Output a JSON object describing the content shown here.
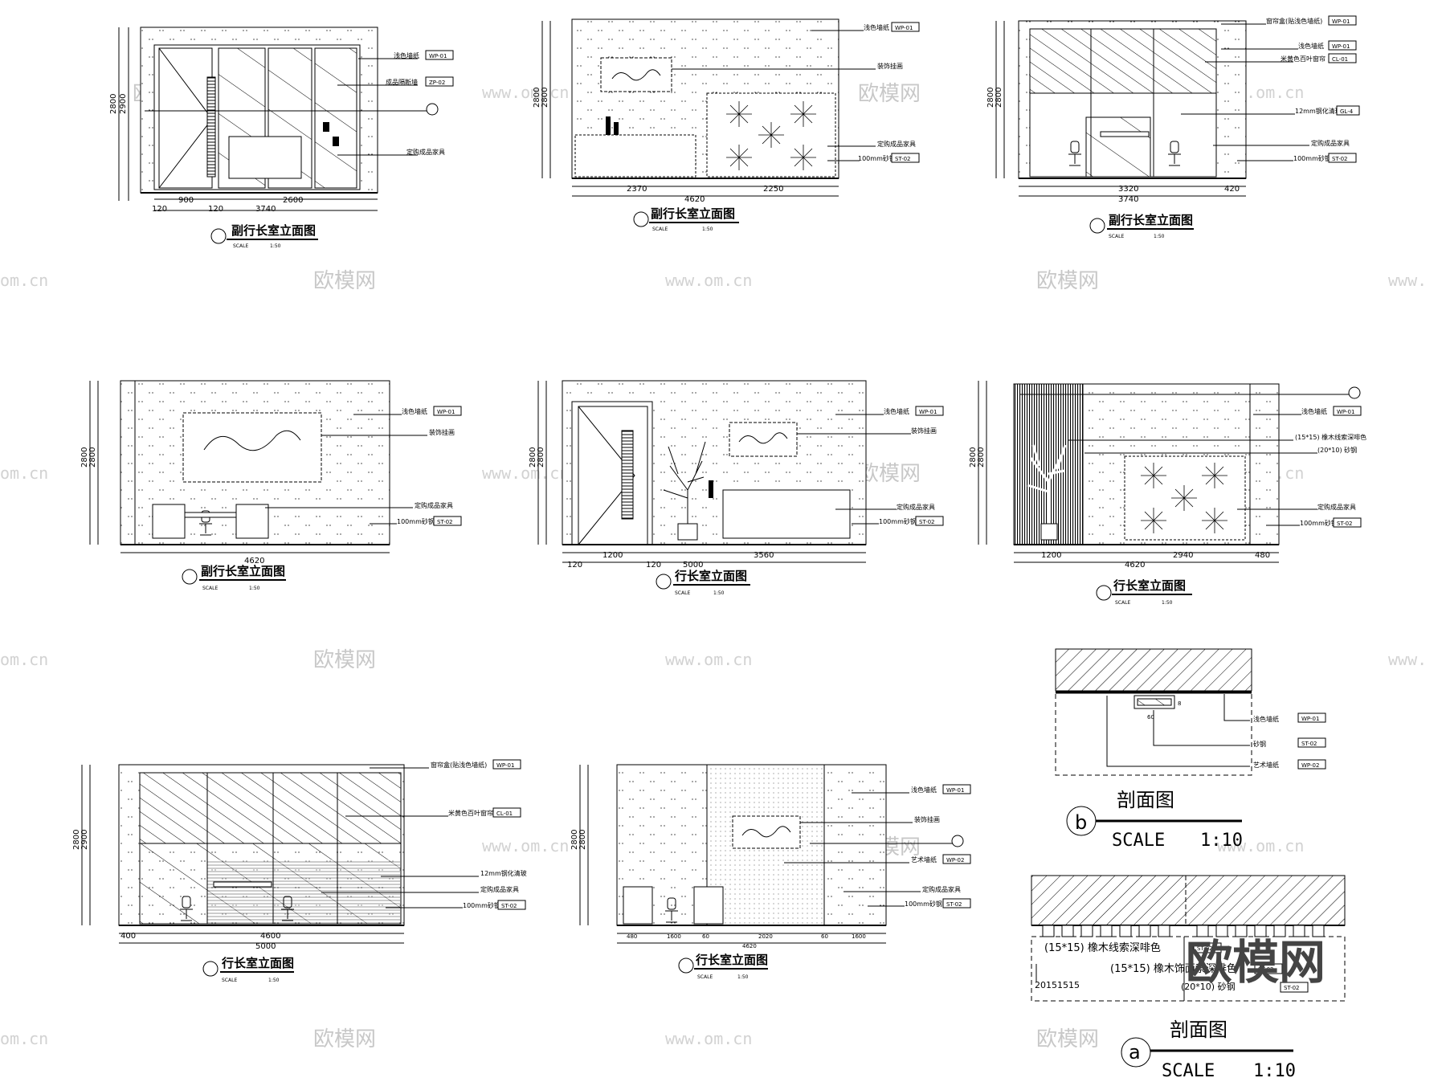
{
  "watermarks": {
    "brand": "欧模网",
    "url": "www.om.cn",
    "url_edge": "om.cn",
    "url_edge_right": "www."
  },
  "panels": [
    {
      "title": "副行长室立面图",
      "scale_label": "SCALE",
      "scale": "1:50",
      "height_dims": [
        "2800",
        "2900"
      ],
      "width_dims": [
        "900",
        "2600",
        "120",
        "120",
        "3740"
      ],
      "callouts": [
        {
          "text": "浅色墙纸",
          "code": "WP-01"
        },
        {
          "text": "成品隔断墙",
          "code": "ZP-02"
        },
        {
          "text": "定购成品家具",
          "code": ""
        }
      ]
    },
    {
      "title": "副行长室立面图",
      "scale_label": "SCALE",
      "scale": "1:50",
      "height_dims": [
        "2800",
        "2800"
      ],
      "width_dims": [
        "2370",
        "2250",
        "4620"
      ],
      "callouts": [
        {
          "text": "浅色墙纸",
          "code": "WP-01"
        },
        {
          "text": "装饰挂画",
          "code": ""
        },
        {
          "text": "定购成品家具",
          "code": ""
        },
        {
          "text": "100mm砂钢",
          "code": "ST-02"
        }
      ]
    },
    {
      "title": "副行长室立面图",
      "scale_label": "SCALE",
      "scale": "1:50",
      "height_dims": [
        "2800",
        "2800"
      ],
      "width_dims": [
        "3320",
        "420",
        "3740"
      ],
      "callouts": [
        {
          "text": "窗帘盒(贴浅色墙纸)",
          "code": "WP-01"
        },
        {
          "text": "浅色墙纸",
          "code": "WP-01"
        },
        {
          "text": "米黄色百叶窗帘",
          "code": "CL-01"
        },
        {
          "text": "12mm钢化清玻",
          "code": "GL-4"
        },
        {
          "text": "定购成品家具",
          "code": ""
        },
        {
          "text": "100mm砂钢",
          "code": "ST-02"
        }
      ]
    },
    {
      "title": "副行长室立面图",
      "scale_label": "SCALE",
      "scale": "1:50",
      "height_dims": [
        "2800",
        "2800"
      ],
      "width_dims": [
        "4620"
      ],
      "callouts": [
        {
          "text": "浅色墙纸",
          "code": "WP-01"
        },
        {
          "text": "装饰挂画",
          "code": ""
        },
        {
          "text": "定购成品家具",
          "code": ""
        },
        {
          "text": "100mm砂钢",
          "code": "ST-02"
        }
      ]
    },
    {
      "title": "行长室立面图",
      "scale_label": "SCALE",
      "scale": "1:50",
      "height_dims": [
        "2800",
        "2800"
      ],
      "width_dims": [
        "1200",
        "3560",
        "120",
        "120",
        "5000"
      ],
      "callouts": [
        {
          "text": "浅色墙纸",
          "code": "WP-01"
        },
        {
          "text": "装饰挂画",
          "code": ""
        },
        {
          "text": "定购成品家具",
          "code": ""
        },
        {
          "text": "100mm砂钢",
          "code": "ST-02"
        }
      ]
    },
    {
      "title": "行长室立面图",
      "scale_label": "SCALE",
      "scale": "1:50",
      "height_dims": [
        "2800",
        "2800"
      ],
      "width_dims": [
        "1200",
        "2940",
        "480",
        "4620"
      ],
      "callouts": [
        {
          "text": "浅色墙纸",
          "code": "WP-01"
        },
        {
          "text": "(15*15) 橡木线索深啡色",
          "code": ""
        },
        {
          "text": "(20*10) 砂钢",
          "code": ""
        },
        {
          "text": "定购成品家具",
          "code": ""
        },
        {
          "text": "100mm砂钢",
          "code": "ST-02"
        }
      ]
    },
    {
      "title": "行长室立面图",
      "scale_label": "SCALE",
      "scale": "1:50",
      "height_dims": [
        "2800",
        "2900"
      ],
      "width_dims": [
        "400",
        "4600",
        "5000"
      ],
      "callouts": [
        {
          "text": "窗帘盒(贴浅色墙纸)",
          "code": "WP-01"
        },
        {
          "text": "米黄色百叶窗帘",
          "code": "CL-01"
        },
        {
          "text": "12mm钢化清玻",
          "code": ""
        },
        {
          "text": "定购成品家具",
          "code": ""
        },
        {
          "text": "100mm砂钢",
          "code": "ST-02"
        }
      ]
    },
    {
      "title": "行长室立面图",
      "scale_label": "SCALE",
      "scale": "1:50",
      "height_dims": [
        "2800",
        "2800"
      ],
      "width_dims": [
        "480",
        "1600",
        "60",
        "2020",
        "60",
        "1600",
        "4620"
      ],
      "callouts": [
        {
          "text": "浅色墙纸",
          "code": "WP-01"
        },
        {
          "text": "装饰挂画",
          "code": ""
        },
        {
          "text": "艺术墙纸",
          "code": "WP-02"
        },
        {
          "text": "定购成品家具",
          "code": ""
        },
        {
          "text": "100mm砂钢",
          "code": "ST-02"
        }
      ]
    }
  ],
  "section_b": {
    "title": "剖面图",
    "marker": "b",
    "scale_label": "SCALE",
    "scale": "1:10",
    "dims": [
      "60",
      "8"
    ],
    "callouts": [
      {
        "text": "浅色墙纸",
        "code": "WP-01"
      },
      {
        "text": "砂钢",
        "code": "ST-02"
      },
      {
        "text": "艺术墙纸",
        "code": "WP-02"
      }
    ]
  },
  "section_a": {
    "title": "剖面图",
    "marker": "a",
    "scale_label": "SCALE",
    "scale": "1:10",
    "callouts": [
      {
        "text": "(15*15) 橡木线索深啡色",
        "code": "ST-02"
      },
      {
        "text": "(15*15) 橡木饰面索深啡色",
        "code": "ST-02"
      },
      {
        "text": "(20*10) 砂钢",
        "code": "ST-02"
      }
    ],
    "dim_text": "20151515"
  }
}
